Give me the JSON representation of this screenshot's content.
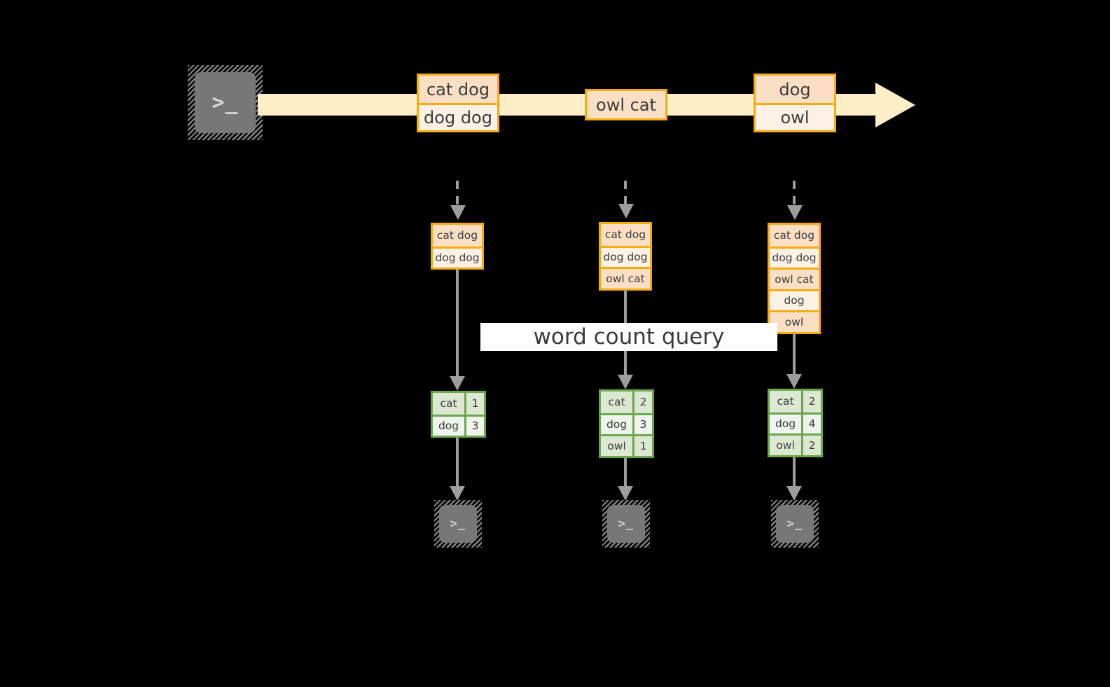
{
  "diagram": {
    "title": "word count query stream processing diagram",
    "colors": {
      "background": "#000000",
      "stream_band": "#fcefc7",
      "message_border": "#f5ab11",
      "message_fill_dark": "#fbdfc4",
      "message_fill_light": "#fdf0e4",
      "result_border": "#6aa84f",
      "result_fill_dark": "#dde8d2",
      "result_fill_light": "#eff4ec",
      "arrow": "#9d9d9d",
      "terminal_body": "#777777",
      "banner_background": "#ffffff"
    }
  },
  "source": {
    "terminal_label": ">_",
    "icon": "terminal-icon"
  },
  "stream": {
    "messages": [
      {
        "lines": [
          "cat dog",
          "dog dog"
        ]
      },
      {
        "lines": [
          "owl cat"
        ]
      },
      {
        "lines": [
          "dog",
          "owl"
        ]
      }
    ]
  },
  "snapshots": [
    {
      "id": "snapshot-1",
      "stack": [
        "cat dog",
        "dog dog"
      ],
      "results": [
        {
          "word": "cat",
          "count": "1"
        },
        {
          "word": "dog",
          "count": "3"
        }
      ],
      "sink_label": ">_"
    },
    {
      "id": "snapshot-2",
      "stack": [
        "cat dog",
        "dog dog",
        "owl cat"
      ],
      "results": [
        {
          "word": "cat",
          "count": "2"
        },
        {
          "word": "dog",
          "count": "3"
        },
        {
          "word": "owl",
          "count": "1"
        }
      ],
      "sink_label": ">_"
    },
    {
      "id": "snapshot-3",
      "stack": [
        "cat dog",
        "dog dog",
        "owl cat",
        "dog",
        "owl"
      ],
      "results": [
        {
          "word": "cat",
          "count": "2"
        },
        {
          "word": "dog",
          "count": "4"
        },
        {
          "word": "owl",
          "count": "2"
        }
      ],
      "sink_label": ">_"
    }
  ],
  "banner": {
    "label": "word count query"
  }
}
